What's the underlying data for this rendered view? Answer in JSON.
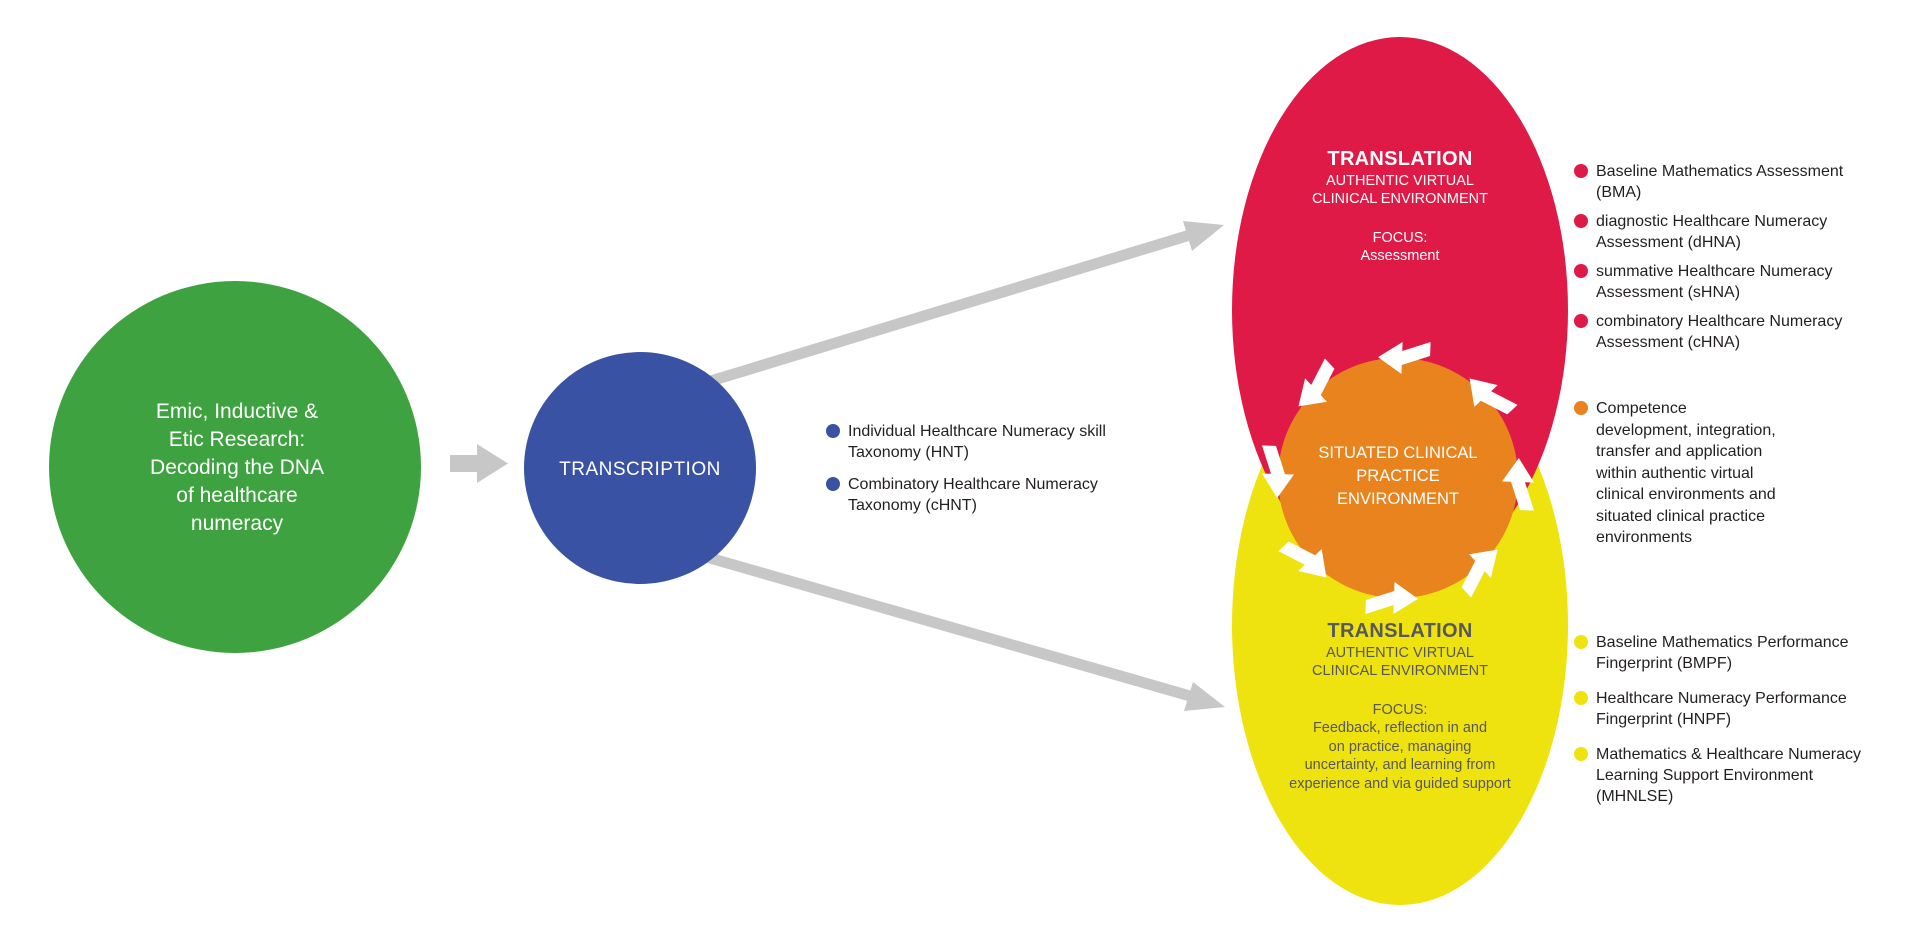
{
  "colors": {
    "green": "#3FA241",
    "blue": "#3A52A3",
    "red": "#DF1A46",
    "orange": "#E8831E",
    "yellow": "#EFE30F",
    "arrow_gray": "#C7C7C7",
    "body_text": "#231F20",
    "yellow_ellipse_text": "#57585B",
    "white": "#FFFFFF"
  },
  "research_circle": {
    "label": "Emic, Inductive &\nEtic Research:\nDecoding the DNA\nof healthcare\nnumeracy"
  },
  "transcription_circle": {
    "label": "TRANSCRIPTION"
  },
  "taxonomy_list": {
    "items": [
      {
        "label": "Individual Healthcare Numeracy skill\nTaxonomy (HNT)"
      },
      {
        "label": "Combinatory Healthcare Numeracy\nTaxonomy (cHNT)"
      }
    ]
  },
  "translation_assessment": {
    "title": "TRANSLATION",
    "subtitle": "AUTHENTIC VIRTUAL\nCLINICAL ENVIRONMENT",
    "focus_label": "FOCUS:",
    "focus_text": "Assessment"
  },
  "situated_circle": {
    "label": "SITUATED CLINICAL\nPRACTICE\nENVIRONMENT"
  },
  "translation_feedback": {
    "title": "TRANSLATION",
    "subtitle": "AUTHENTIC VIRTUAL\nCLINICAL ENVIRONMENT",
    "focus_label": "FOCUS:",
    "focus_text": "Feedback, reflection in and\non practice, managing\nuncertainty, and learning from\nexperience and via guided support"
  },
  "assessment_list": {
    "items": [
      {
        "label": "Baseline Mathematics Assessment\n(BMA)"
      },
      {
        "label": "diagnostic Healthcare Numeracy\nAssessment (dHNA)"
      },
      {
        "label": "summative Healthcare Numeracy\nAssessment (sHNA)"
      },
      {
        "label": "combinatory Healthcare Numeracy\nAssessment (cHNA)"
      }
    ]
  },
  "competence_item": {
    "label": "Competence\ndevelopment, integration,\ntransfer and application\nwithin authentic virtual\nclinical environments and\nsituated clinical practice\nenvironments"
  },
  "performance_list": {
    "items": [
      {
        "label": "Baseline Mathematics Performance\nFingerprint (BMPF)"
      },
      {
        "label": "Healthcare Numeracy Performance\nFingerprint (HNPF)"
      },
      {
        "label": "Mathematics & Healthcare Numeracy\nLearning Support Environment\n(MHNLSE)"
      }
    ]
  }
}
